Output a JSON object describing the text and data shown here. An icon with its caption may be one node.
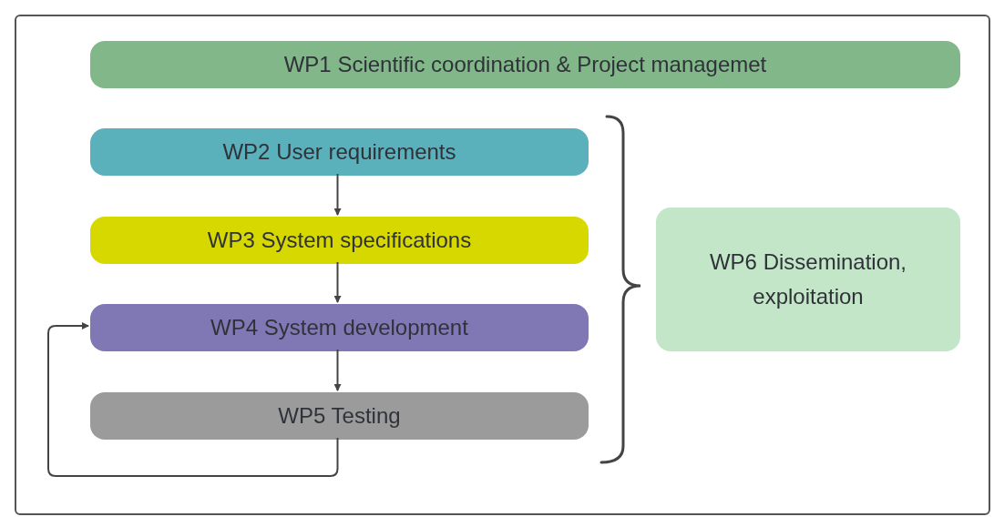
{
  "diagram": {
    "nodes": [
      {
        "text": [],
        "shape": "box"
      },
      {
        "text": [
          "WP1 Scientific coordination & Project managemet"
        ],
        "in": 0
      },
      {
        "text": [
          "WP2 User requirements"
        ],
        "in": 0
      },
      {
        "text": [
          "WP3 System specifications"
        ],
        "in": 0
      },
      {
        "text": [
          "WP4 System development"
        ],
        "in": 0
      },
      {
        "text": [
          "WP5 Testing"
        ],
        "in": 0
      },
      {
        "text": [
          "WP6 Dissemination, exploitation"
        ],
        "in": 0
      }
    ],
    "edges": [
      {
        "from": 2,
        "to": 3,
        "arrow": "to"
      },
      {
        "from": 3,
        "to": 4,
        "arrow": "to"
      },
      {
        "from": 4,
        "to": 5,
        "arrow": "to"
      },
      {
        "from": 5,
        "to": 4,
        "arrow": "to"
      }
    ]
  }
}
